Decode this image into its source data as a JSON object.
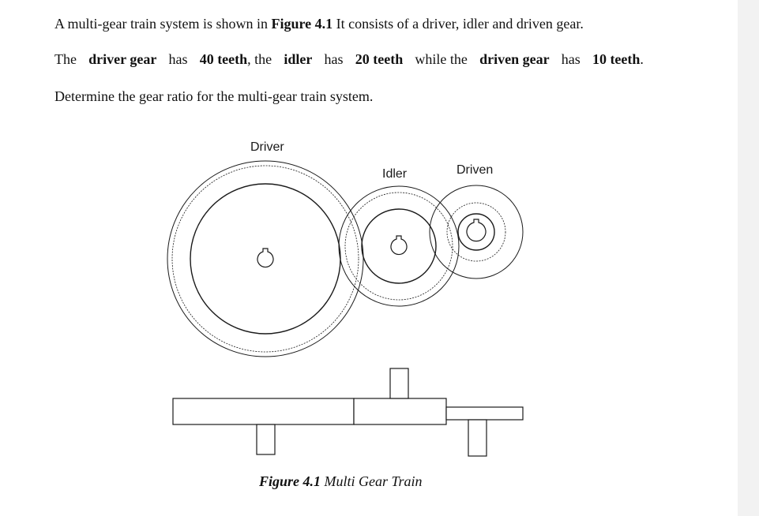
{
  "problem": {
    "line1": {
      "before": "A multi-gear train system is shown in ",
      "figure_ref": "Figure 4.1",
      "after": " It consists of a driver, idler and driven gear."
    },
    "line2": {
      "words": [
        {
          "text": "The",
          "bold": false
        },
        {
          "text": "driver gear",
          "bold": true
        },
        {
          "text": "has",
          "bold": false
        },
        {
          "text": "40 teeth",
          "bold": true
        },
        {
          "text": ", the",
          "bold": false
        },
        {
          "text": "idler",
          "bold": true
        },
        {
          "text": "has",
          "bold": false
        },
        {
          "text": "20 teeth",
          "bold": true
        },
        {
          "text": "while the",
          "bold": false
        },
        {
          "text": "driven gear",
          "bold": true
        },
        {
          "text": "has",
          "bold": false
        },
        {
          "text": "10 teeth",
          "bold": true
        },
        {
          "text": ".",
          "bold": false
        }
      ]
    },
    "line3": "Determine the gear ratio for the multi-gear train system."
  },
  "figure": {
    "labels": {
      "driver": "Driver",
      "idler": "Idler",
      "driven": "Driven"
    },
    "caption": {
      "number": "Figure 4.1",
      "title": " Multi Gear Train"
    }
  }
}
